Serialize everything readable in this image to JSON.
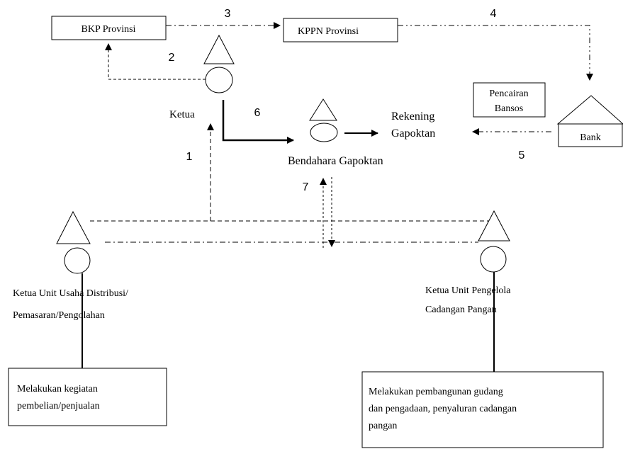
{
  "nodes": {
    "bkp_provinsi": "BKP Provinsi",
    "kppn_provinsi": "KPPN Provinsi",
    "pencairan_line1": "Pencairan",
    "pencairan_line2": "Bansos",
    "bank": "Bank",
    "ketua": "Ketua",
    "rekening_line1": "Rekening",
    "rekening_line2": "Gapoktan",
    "bendahara": "Bendahara Gapoktan",
    "unit_distribusi_line1": "Ketua Unit Usaha Distribusi/",
    "unit_distribusi_line2": "Pemasaran/Pengolahan",
    "unit_cadangan_line1": "Ketua  Unit Pengelola",
    "unit_cadangan_line2": "Cadangan Pangan",
    "task_left_line1": "Melakukan  kegiatan",
    "task_left_line2": "pembelian/penjualan",
    "task_right_line1": "Melakukan  pembangunan  gudang",
    "task_right_line2": "dan pengadaan, penyaluran cadangan",
    "task_right_line3": "pangan"
  },
  "step_numbers": {
    "s1": "1",
    "s2": "2",
    "s3": "3",
    "s4": "4",
    "s5": "5",
    "s6": "6",
    "s7": "7"
  }
}
